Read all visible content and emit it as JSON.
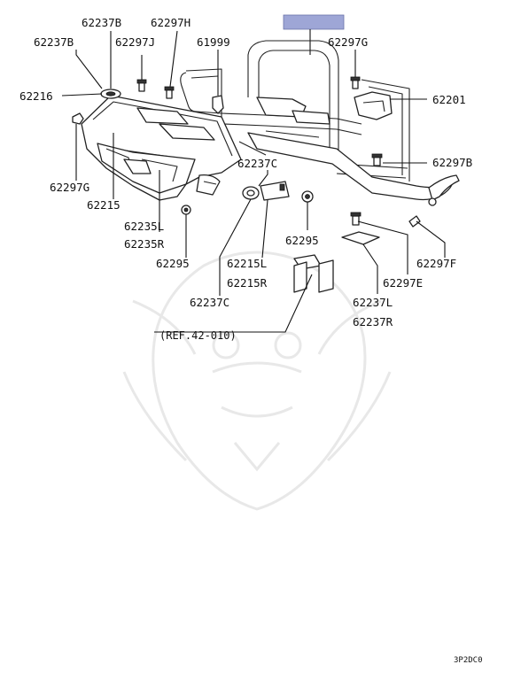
{
  "header_box_color": "#9ea6d6",
  "labels": {
    "l62237B_top": "62237B",
    "l62297H": "62297H",
    "l62237B_left": "62237B",
    "l62297J": "62297J",
    "l61999": "61999",
    "l62297G_top": "62297G",
    "l62216": "62216",
    "l62201": "62201",
    "l62237C_mid": "62237C",
    "l62297B": "62297B",
    "l62297G_left": "62297G",
    "l62215": "62215",
    "l62235L": "62235L",
    "l62235R": "62235R",
    "l62295_left": "62295",
    "l62295_mid": "62295",
    "l62215L": "62215L",
    "l62215R": "62215R",
    "l62297F": "62297F",
    "l62297E": "62297E",
    "l62237C_low": "62237C",
    "l62237L": "62237L",
    "l62237R": "62237R",
    "ref": "(REF.42-010)",
    "diagram_code": "3P2DC0"
  }
}
